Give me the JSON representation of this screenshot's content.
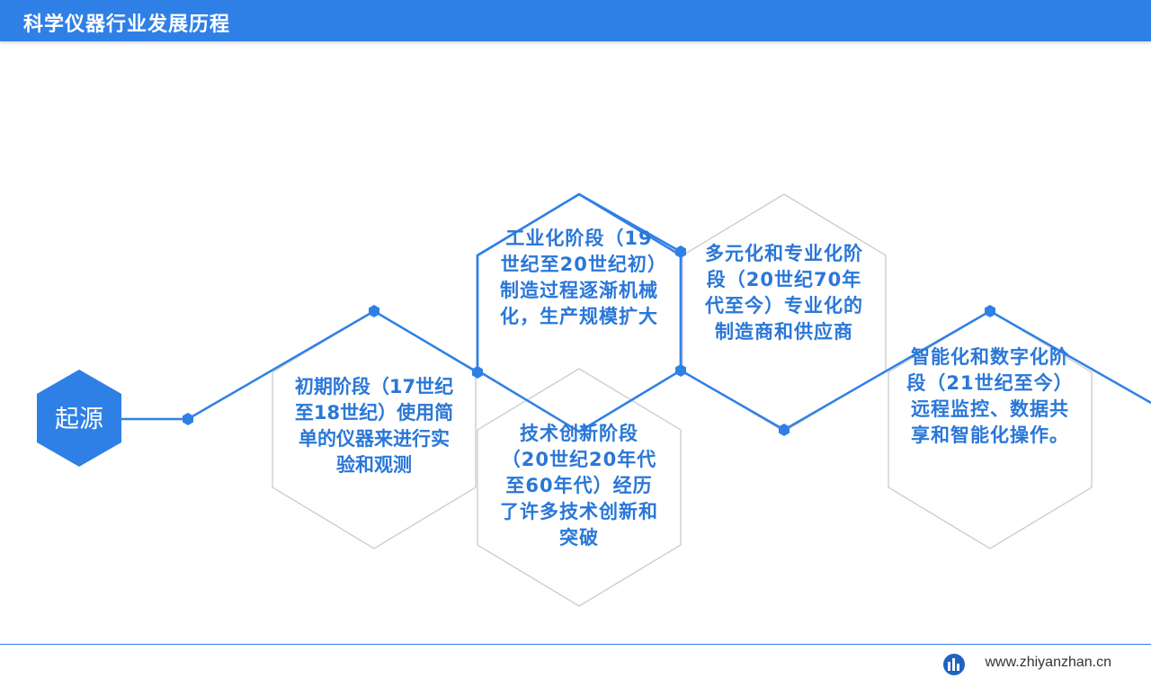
{
  "header": {
    "title": "科学仪器行业发展历程"
  },
  "diagram": {
    "origin": {
      "label": "起源"
    },
    "stages": [
      {
        "id": "initial",
        "text": "初期阶段（17世纪至18世纪）使用简单的仪器来进行实验和观测"
      },
      {
        "id": "industrial",
        "text": "工业化阶段（19世纪至20世纪初）制造过程逐渐机械化，生产规模扩大"
      },
      {
        "id": "innovation",
        "text": "技术创新阶段（20世纪20年代至60年代）经历了许多技术创新和突破"
      },
      {
        "id": "diversified",
        "text": "多元化和专业化阶段（20世纪70年代至今）专业化的制造商和供应商"
      },
      {
        "id": "intelligent",
        "text": "智能化和数字化阶段（21世纪至今）远程监控、数据共享和智能化操作。"
      }
    ]
  },
  "footer": {
    "site": "www.zhiyanzhan.cn"
  },
  "colors": {
    "accent": "#2f80e6",
    "text": "#2a77d8",
    "hex_outline": "#d0d0d0"
  }
}
